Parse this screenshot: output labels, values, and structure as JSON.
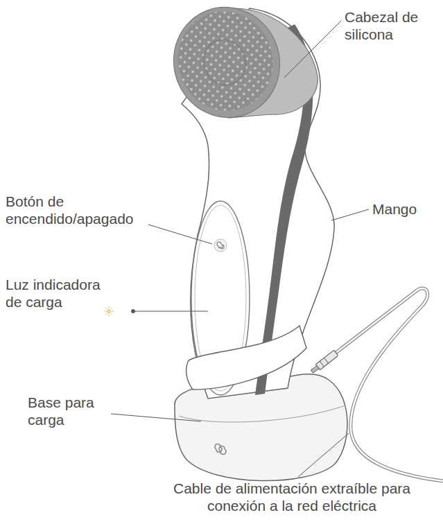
{
  "diagram": {
    "labels": [
      "Cabezal de silicona",
      "Mango",
      "Botón de encendido/apagado",
      "Luz indicadora de carga",
      "Base para carga",
      "Cable de alimentación extraíble para conexión a la red eléctrica"
    ]
  }
}
